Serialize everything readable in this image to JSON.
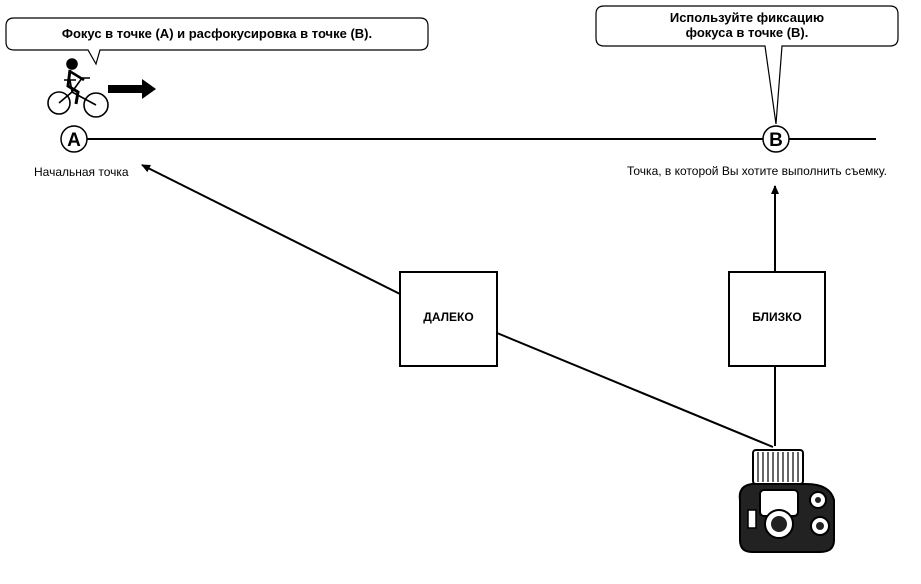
{
  "callout_left": "Фокус в точке (A) и расфокусировка в точке (B).",
  "callout_right_line1": "Используйте фиксацию",
  "callout_right_line2": "фокуса в точке (B).",
  "point_a": {
    "marker": "A",
    "caption": "Начальная точка"
  },
  "point_b": {
    "marker": "B",
    "caption": "Точка, в которой Вы хотите выполнить съемку."
  },
  "box_far": "ДАЛЕКО",
  "box_near": "БЛИЗКО",
  "icons": [
    "bicycle-rider-icon",
    "arrow-right-icon",
    "camera-icon"
  ]
}
